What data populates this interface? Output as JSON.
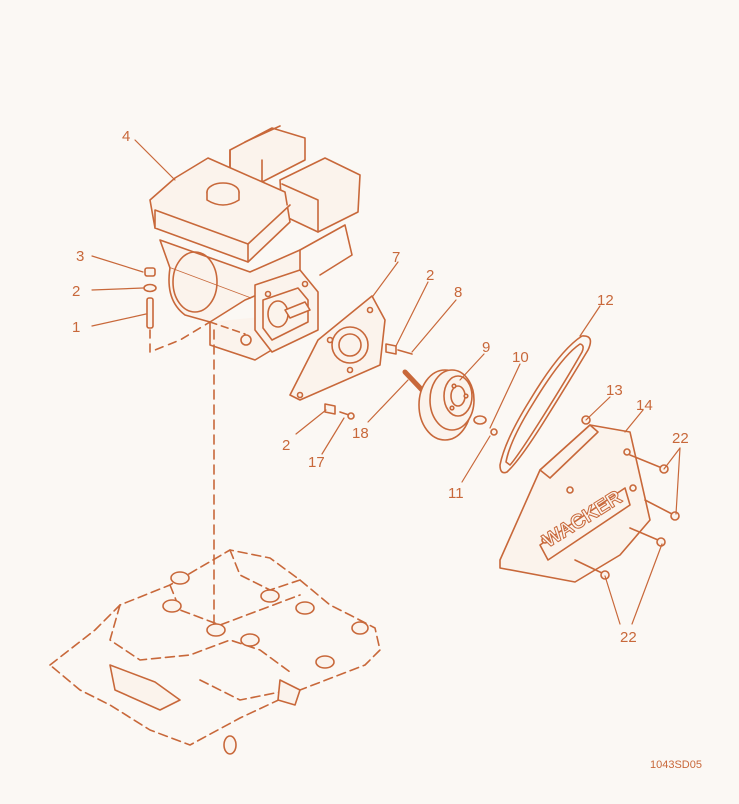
{
  "diagram": {
    "drawing_number": "1043SD05",
    "brand_decal": "WACKER",
    "line_color": "#c8683a",
    "fill_color": "#fbf3ec",
    "callouts": [
      {
        "id": "c1",
        "label": "1"
      },
      {
        "id": "c2a",
        "label": "2"
      },
      {
        "id": "c3",
        "label": "3"
      },
      {
        "id": "c4",
        "label": "4"
      },
      {
        "id": "c7",
        "label": "7"
      },
      {
        "id": "c2b",
        "label": "2"
      },
      {
        "id": "c8",
        "label": "8"
      },
      {
        "id": "c9",
        "label": "9"
      },
      {
        "id": "c10",
        "label": "10"
      },
      {
        "id": "c12",
        "label": "12"
      },
      {
        "id": "c13",
        "label": "13"
      },
      {
        "id": "c14",
        "label": "14"
      },
      {
        "id": "c22a",
        "label": "22"
      },
      {
        "id": "c22b",
        "label": "22"
      },
      {
        "id": "c2c",
        "label": "2"
      },
      {
        "id": "c17",
        "label": "17"
      },
      {
        "id": "c18",
        "label": "18"
      },
      {
        "id": "c11",
        "label": "11"
      }
    ]
  }
}
